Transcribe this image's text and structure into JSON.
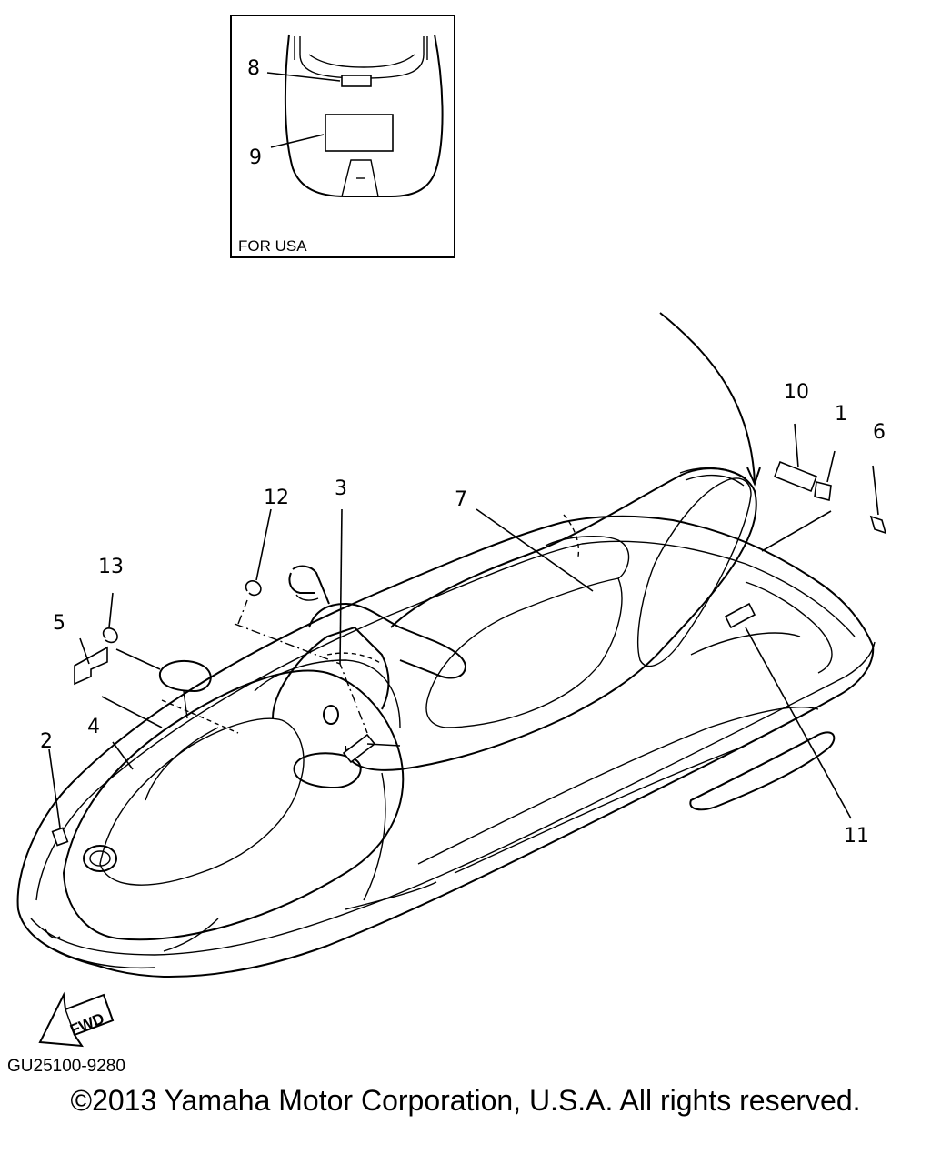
{
  "inset": {
    "label": "FOR USA"
  },
  "callouts": {
    "c1": "1",
    "c2": "2",
    "c3": "3",
    "c4": "4",
    "c5": "5",
    "c6": "6",
    "c7": "7",
    "c8": "8",
    "c9": "9",
    "c10": "10",
    "c11": "11",
    "c12": "12",
    "c13": "13"
  },
  "direction_label": "FWD",
  "diagram_code": "GU25100-9280",
  "copyright": "©2013 Yamaha Motor Corporation, U.S.A. All rights reserved."
}
